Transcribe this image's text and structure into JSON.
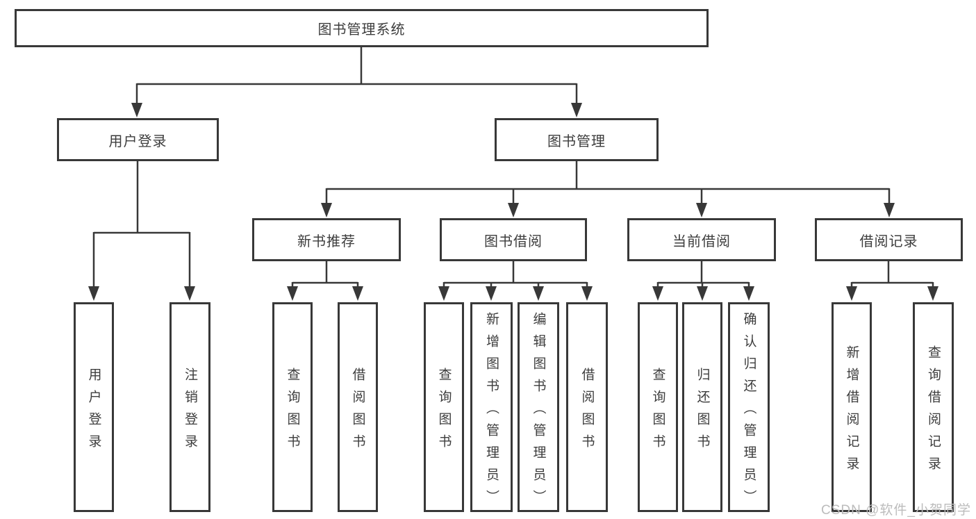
{
  "tree": {
    "label": "图书管理系统",
    "children": [
      {
        "label": "用户登录",
        "children": [
          {
            "label": "用户登录"
          },
          {
            "label": "注销登录"
          }
        ]
      },
      {
        "label": "图书管理",
        "children": [
          {
            "label": "新书推荐",
            "children": [
              {
                "label": "查询图书"
              },
              {
                "label": "借阅图书"
              }
            ]
          },
          {
            "label": "图书借阅",
            "children": [
              {
                "label": "查询图书"
              },
              {
                "label": "新增图书（管理员）"
              },
              {
                "label": "编辑图书（管理员）"
              },
              {
                "label": "借阅图书"
              }
            ]
          },
          {
            "label": "当前借阅",
            "children": [
              {
                "label": "查询图书"
              },
              {
                "label": "归还图书"
              },
              {
                "label": "确认归还（管理员）"
              }
            ]
          },
          {
            "label": "借阅记录",
            "children": [
              {
                "label": "新增借阅记录"
              },
              {
                "label": "查询借阅记录"
              }
            ]
          }
        ]
      }
    ]
  },
  "watermark": "CSDN @软件_小贺同学",
  "colors": {
    "line": "#383838",
    "box_border": "#383838",
    "text": "#3d3d3d",
    "background": "#ffffff",
    "watermark": "#bcbcbc"
  }
}
